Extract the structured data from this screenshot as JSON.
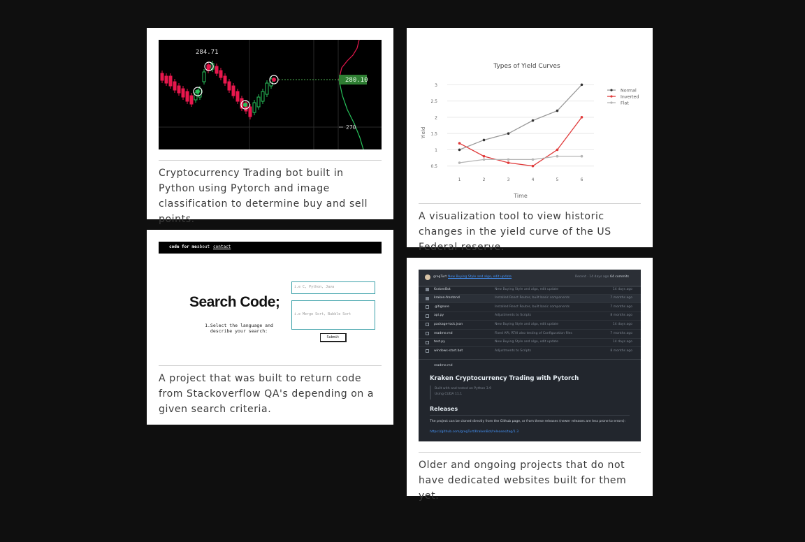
{
  "cards": [
    {
      "caption": "Cryptocurrency Trading bot built in Python using Pytorch and image classification to determine buy and sell points.",
      "chart": {
        "price_top": "284.71",
        "price_current": "280.10",
        "price_level": "270"
      }
    },
    {
      "caption": "A visualization tool to view historic changes in the yield curve of the US Federal reserve.",
      "chart_data": {
        "type": "line",
        "title": "Types of Yield Curves",
        "xlabel": "Time",
        "ylabel": "Yield",
        "x": [
          1,
          2,
          3,
          4,
          5,
          6
        ],
        "ylim": [
          0.3,
          3.2
        ],
        "yticks": [
          "0.5",
          "1",
          "1.5",
          "2",
          "2.5",
          "3"
        ],
        "xticks": [
          "1",
          "2",
          "3",
          "4",
          "5",
          "6"
        ],
        "legend": "top-right",
        "series": [
          {
            "name": "Normal",
            "color": "#999999",
            "values": [
              1.0,
              1.3,
              1.5,
              1.9,
              2.2,
              3.0
            ]
          },
          {
            "name": "Inverted",
            "color": "#e03a3a",
            "values": [
              1.2,
              0.8,
              0.6,
              0.5,
              1.0,
              2.0
            ]
          },
          {
            "name": "Flat",
            "color": "#b5b5b5",
            "values": [
              0.6,
              0.7,
              0.7,
              0.7,
              0.8,
              0.8
            ]
          }
        ]
      }
    },
    {
      "caption": "A project that was built to return code from Stackoverflow QA's depending on a given search criteria.",
      "mock": {
        "nav": [
          "code for me",
          "about",
          "contact"
        ],
        "title": "Search Code;",
        "description": "1.Select the language and describe your search:",
        "language_placeholder": "i.e C, Python, Java",
        "query_placeholder": "i.e Merge Sort, Bubble Sort",
        "submit": "Submit"
      }
    },
    {
      "caption": "Older and ongoing projects that do not have dedicated websites built for them yet.",
      "repo": {
        "user": "gregTurt",
        "commit_message": "New Buying Style and algo, edit update",
        "commit_meta": "Recent · 14 days ago",
        "commits": "64 commits",
        "files": [
          {
            "type": "folder",
            "name": "KrakenBot",
            "message": "New Buying Style and algo, edit update",
            "age": "14 days ago"
          },
          {
            "type": "folder",
            "name": "kraken-frontend",
            "message": "Installed React Router, built basic components",
            "age": "7 months ago"
          },
          {
            "type": "file",
            "name": ".gitignore",
            "message": "Installed React Router, built basic components",
            "age": "7 months ago"
          },
          {
            "type": "file",
            "name": "api.py",
            "message": "Adjustments to Scripts",
            "age": "8 months ago"
          },
          {
            "type": "file",
            "name": "package-lock.json",
            "message": "New Buying Style and algo, edit update",
            "age": "14 days ago"
          },
          {
            "type": "file",
            "name": "readme.md",
            "message": "Fixed API, RTAI also testing of Configuration files",
            "age": "7 months ago"
          },
          {
            "type": "file",
            "name": "test.py",
            "message": "New Buying Style and algo, edit update",
            "age": "14 days ago"
          },
          {
            "type": "file",
            "name": "windows-start.bat",
            "message": "Adjustments to Scripts",
            "age": "8 months ago"
          }
        ],
        "readme_file": "readme.md",
        "readme_title": "Kraken Cryptocurrency Trading with Pytorch",
        "readme_quote": [
          "Built with and tested on Python 3.9",
          "Using CUDA 11.1"
        ],
        "releases_title": "Releases",
        "releases_text": "The project can be cloned directly from the Github page, or from these releases (newer releases are less prone to errors):",
        "releases_link": "https://github.com/gregTurt/KrakenBot/releases/tag/1.3"
      }
    }
  ]
}
